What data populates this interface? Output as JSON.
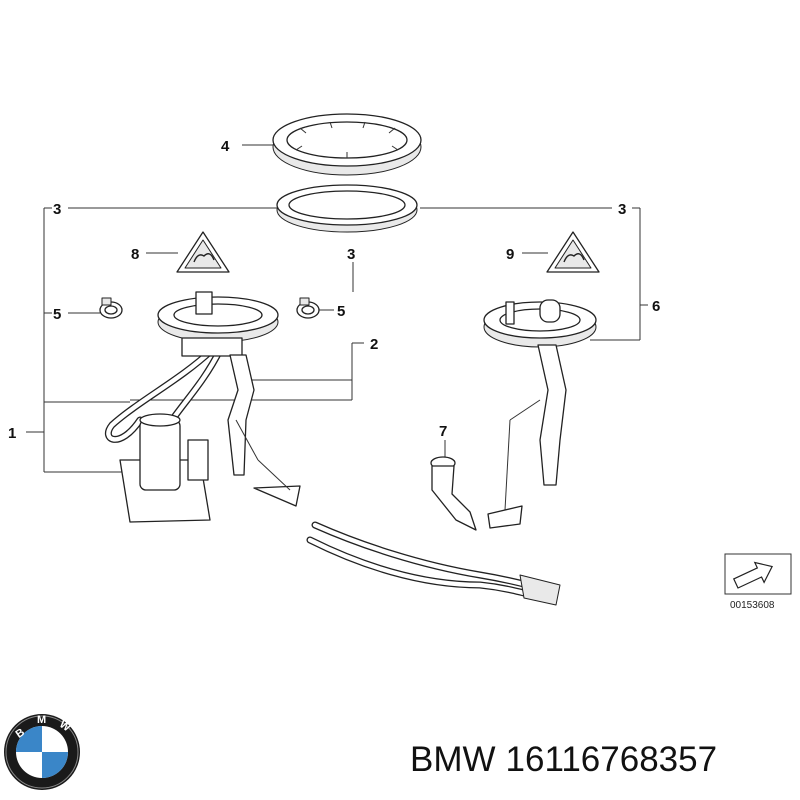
{
  "diagram": {
    "callouts": {
      "c1": "1",
      "c2": "2",
      "c3a": "3",
      "c3b": "3",
      "c3c": "3",
      "c4": "4",
      "c5a": "5",
      "c5b": "5",
      "c6": "6",
      "c7": "7",
      "c8": "8",
      "c9": "9"
    },
    "reference_number": "00153608"
  },
  "caption": {
    "brand": "BMW",
    "part_number": "16116768357"
  },
  "logo": {
    "text": "BMW",
    "colors": {
      "blue": "#3a86c8",
      "ring": "#1a1a1a",
      "white": "#ffffff"
    }
  }
}
